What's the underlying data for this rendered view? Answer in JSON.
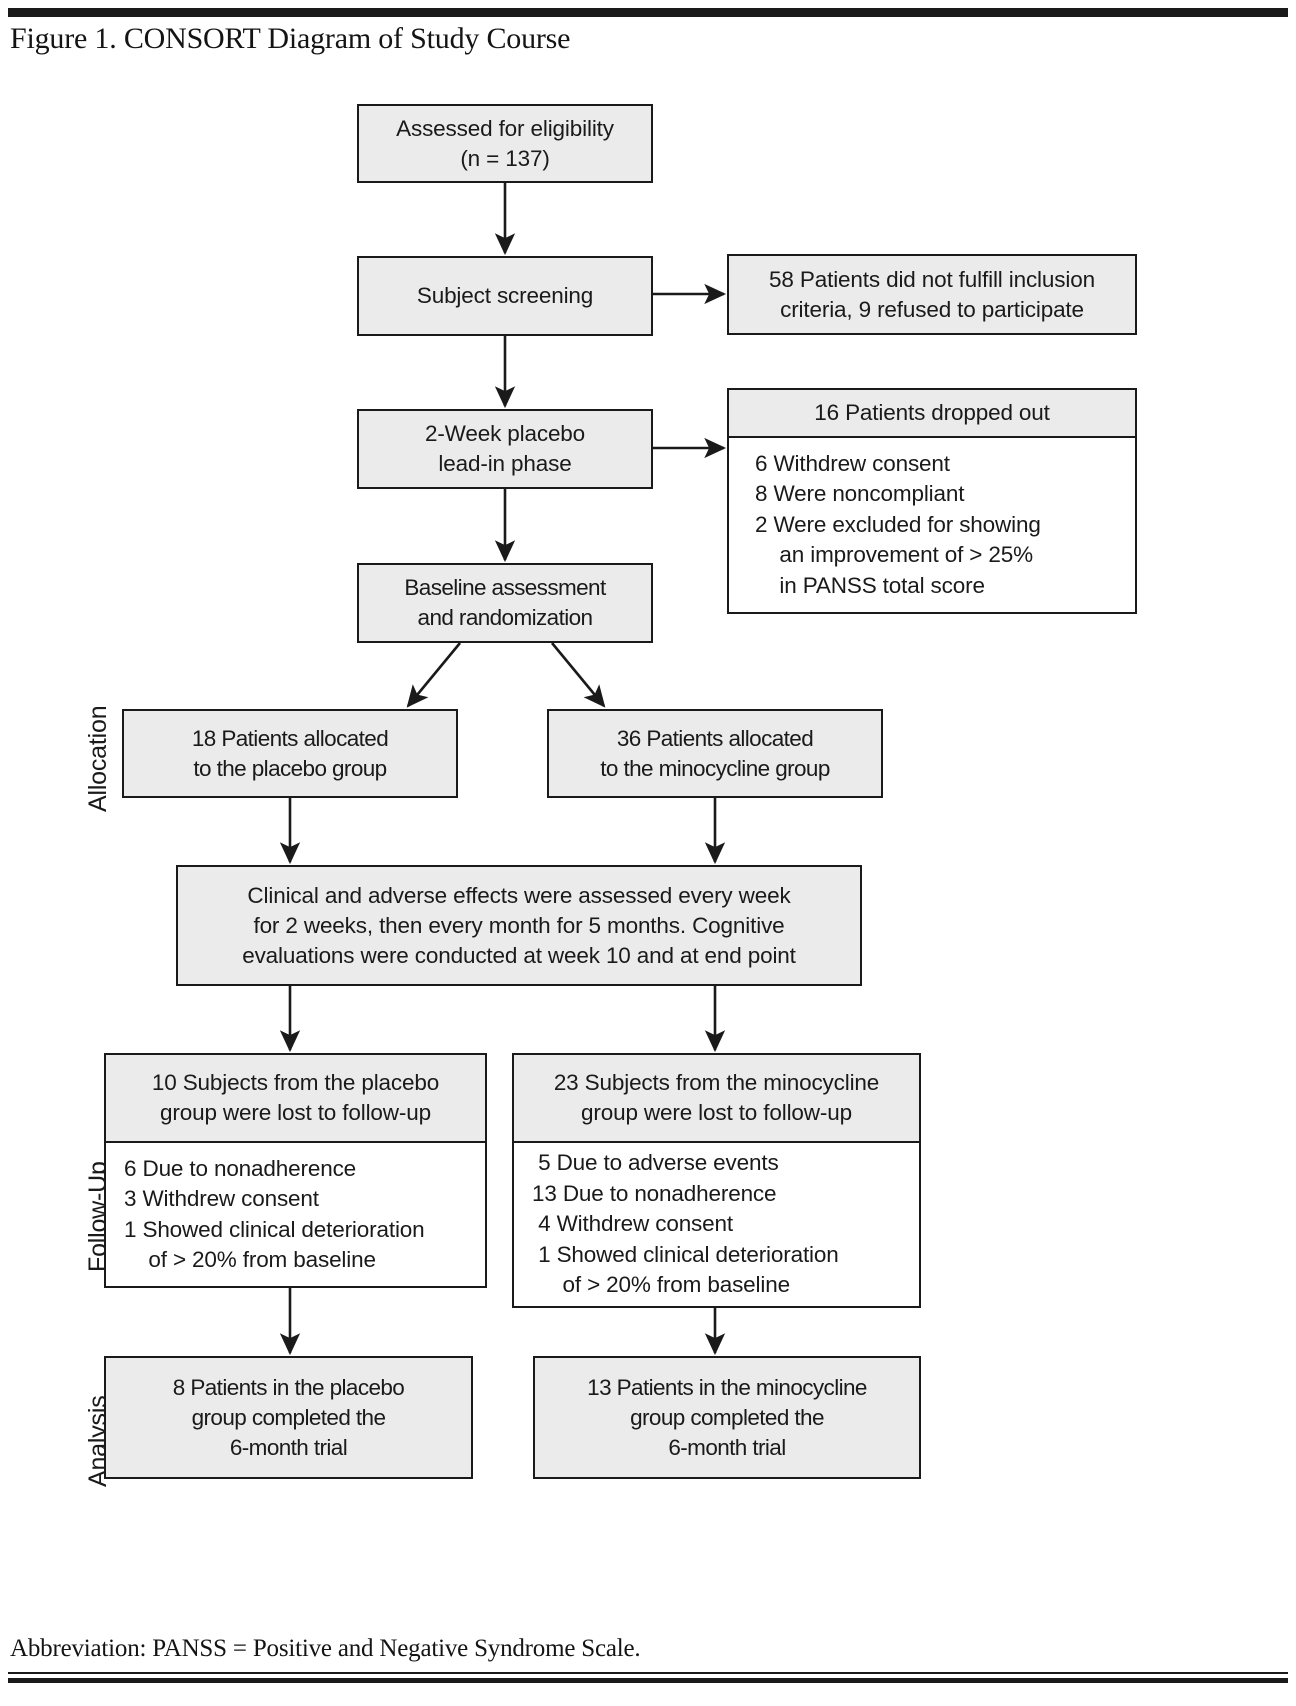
{
  "figure": {
    "title": "Figure 1. CONSORT Diagram of Study Course",
    "footer": "Abbreviation: PANSS = Positive and Negative Syndrome Scale."
  },
  "stages": {
    "allocation": "Allocation",
    "followup": "Follow-Up",
    "analysis": "Analysis"
  },
  "nodes": {
    "eligibility": {
      "line1": "Assessed for eligibility",
      "line2": "(n = 137)"
    },
    "screening": {
      "line1": "Subject screening"
    },
    "excluded_screening": {
      "line1": "58 Patients did not fulfill inclusion",
      "line2": "criteria, 9 refused to participate"
    },
    "leadin": {
      "line1": "2-Week placebo",
      "line2": "lead-in phase"
    },
    "dropout": {
      "header": "16 Patients dropped out",
      "items": [
        "6 Withdrew consent",
        "8 Were noncompliant",
        "2 Were excluded for showing",
        "    an improvement of > 25%",
        "    in PANSS total score"
      ]
    },
    "baseline": {
      "line1": "Baseline assessment",
      "line2": "and randomization"
    },
    "alloc_placebo": {
      "line1": "18 Patients allocated",
      "line2": "to the placebo group"
    },
    "alloc_minocycline": {
      "line1": "36 Patients allocated",
      "line2": "to the minocycline group"
    },
    "assessments": {
      "line1": "Clinical and adverse effects were assessed every week",
      "line2": "for 2 weeks, then every month for 5 months. Cognitive",
      "line3": "evaluations were conducted at week 10 and at end point"
    },
    "lost_placebo": {
      "header_line1": "10 Subjects from the placebo",
      "header_line2": "group were lost to follow-up",
      "items": [
        "6 Due to nonadherence",
        "3 Withdrew consent",
        "1 Showed clinical deterioration",
        "    of > 20% from baseline"
      ]
    },
    "lost_minocycline": {
      "header_line1": "23 Subjects from the minocycline",
      "header_line2": "group were lost to follow-up",
      "items": [
        " 5 Due to adverse events",
        "13 Due to nonadherence",
        " 4 Withdrew consent",
        " 1 Showed clinical deterioration",
        "     of > 20% from baseline"
      ]
    },
    "analysis_placebo": {
      "line1": "8 Patients in the placebo",
      "line2": "group completed the",
      "line3": "6-month trial"
    },
    "analysis_minocycline": {
      "line1": "13 Patients in the minocycline",
      "line2": "group completed the",
      "line3": "6-month trial"
    }
  },
  "colors": {
    "box_fill": "#ebebeb",
    "box_fill_white": "#ffffff",
    "stroke": "#1a1a1a",
    "page_bg": "#ffffff"
  }
}
